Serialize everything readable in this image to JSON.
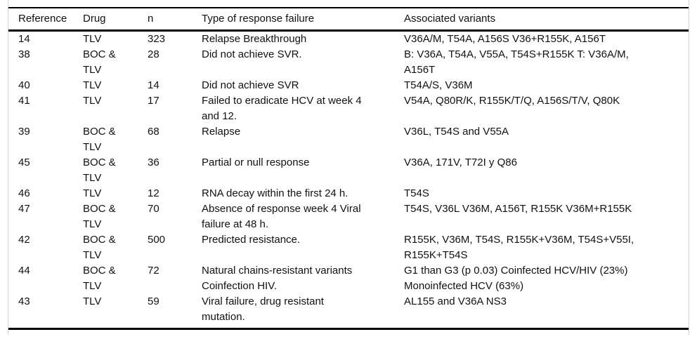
{
  "table": {
    "columns": [
      {
        "label": "Reference"
      },
      {
        "label": "Drug"
      },
      {
        "label": "n"
      },
      {
        "label": "Type of response failure"
      },
      {
        "label": "Associated variants"
      }
    ],
    "rows": [
      {
        "reference": "14",
        "drug": "TLV",
        "n": "323",
        "type": "Relapse Breakthrough",
        "variants": "V36A/M, T54A, A156S V36+R155K, A156T"
      },
      {
        "reference": "38",
        "drug": "BOC &\nTLV",
        "n": "28",
        "type": "Did not achieve SVR.",
        "variants": "B: V36A, T54A, V55A, T54S+R155K T: V36A/M,\nA156T"
      },
      {
        "reference": "40",
        "drug": "TLV",
        "n": "14",
        "type": "Did not achieve SVR",
        "variants": "T54A/S, V36M"
      },
      {
        "reference": "41",
        "drug": "TLV",
        "n": "17",
        "type": "Failed to eradicate HCV at week 4\nand 12.",
        "variants": "V54A, Q80R/K, R155K/T/Q, A156S/T/V, Q80K"
      },
      {
        "reference": "39",
        "drug": "BOC &\nTLV",
        "n": "68",
        "type": "Relapse",
        "variants": "V36L, T54S and V55A"
      },
      {
        "reference": "45",
        "drug": "BOC &\nTLV",
        "n": "36",
        "type": "Partial or null response",
        "variants": "V36A, 171V, T72I y Q86"
      },
      {
        "reference": "46",
        "drug": "TLV",
        "n": "12",
        "type": "RNA decay within the first 24 h.",
        "variants": "T54S"
      },
      {
        "reference": "47",
        "drug": "BOC &\nTLV",
        "n": "70",
        "type": "Absence of response week 4 Viral\nfailure at 48 h.",
        "variants": "T54S, V36L V36M, A156T, R155K V36M+R155K"
      },
      {
        "reference": "42",
        "drug": "BOC &\nTLV",
        "n": "500",
        "type": "Predicted resistance.",
        "variants": "R155K, V36M, T54S, R155K+V36M, T54S+V55I,\nR155K+T54S"
      },
      {
        "reference": "44",
        "drug": "BOC &\nTLV",
        "n": "72",
        "type": "Natural chains-resistant variants\nCoinfection HIV.",
        "variants": "G1 than G3 (p 0.03) Coinfected HCV/HIV (23%)\nMonoinfected HCV (63%)"
      },
      {
        "reference": "43",
        "drug": "TLV",
        "n": "59",
        "type": "Viral failure, drug resistant\nmutation.",
        "variants": "AL155 and V36A NS3"
      }
    ]
  },
  "colors": {
    "text": "#111111",
    "rule": "#000000",
    "frame_side": "#d4d4d4",
    "background": "#ffffff"
  }
}
